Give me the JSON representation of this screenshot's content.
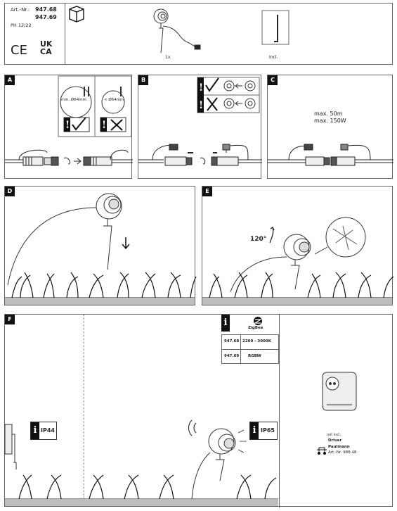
{
  "header": {
    "art_label": "Art.-Nr.:",
    "art_numbers": [
      "947.68",
      "947.69"
    ],
    "ph": "PH 12/22",
    "marks": [
      "CE",
      "UK",
      "CA"
    ],
    "product_qty": "1x",
    "tool_label": "Incl."
  },
  "panel_a": {
    "tag": "A",
    "min_label": "min. Ø64mm",
    "max_label": "< Ø64mm"
  },
  "panel_b": {
    "tag": "B"
  },
  "panel_c": {
    "tag": "C",
    "length": "max. 50m",
    "power": "max. 150W"
  },
  "panel_d": {
    "tag": "D"
  },
  "panel_e": {
    "tag": "E",
    "angle": "120°"
  },
  "panel_f": {
    "tag": "F",
    "zigbee": "ZigBee",
    "table": [
      {
        "art": "947.68",
        "value": "2200 - 3000K"
      },
      {
        "art": "947.69",
        "value": "RGBW"
      }
    ],
    "ip44": "IP44",
    "ip65": "IP65",
    "driver_note": "not incl.",
    "driver_title": "Driver",
    "brand": "Paulmann",
    "driver_art": "Art.-Nr. 988.48"
  }
}
